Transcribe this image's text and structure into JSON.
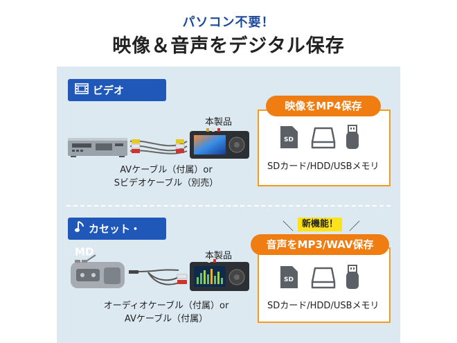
{
  "header": {
    "subtitle": "パソコン不要！",
    "title": "映像＆音声をデジタル保存"
  },
  "video": {
    "tag_label": "ビデオ",
    "device_label": "本製品",
    "cable_line1": "AVケーブル（付属）or",
    "cable_line2": "Sビデオケーブル（別売）",
    "output_title": "映像をMP4保存",
    "media_caption": "SDカード/HDD/USBメモリ",
    "sd_text": "SD"
  },
  "audio": {
    "tag_label": "カセット・MD",
    "device_label": "本製品",
    "cable_line1": "オーディオケーブル（付属）or",
    "cable_line2": "AVケーブル（付属）",
    "new_badge": "新機能！",
    "output_title": "音声をMP3/WAV保存",
    "media_caption": "SDカード/HDD/USBメモリ",
    "sd_text": "SD"
  },
  "colors": {
    "accent_blue": "#1f58b8",
    "accent_orange": "#ef7d12",
    "panel_bg": "#dde9f0",
    "badge_yellow": "#ffe31a"
  }
}
